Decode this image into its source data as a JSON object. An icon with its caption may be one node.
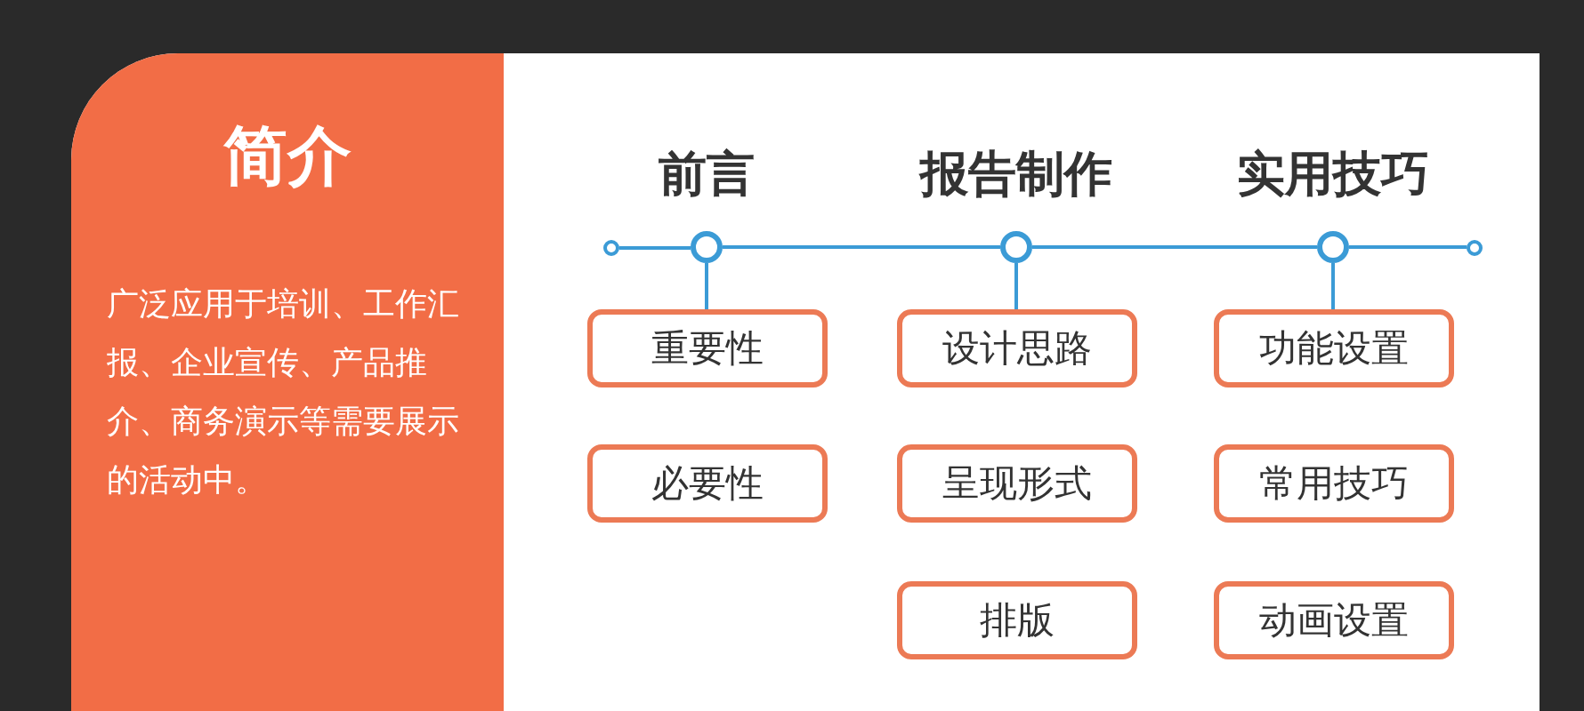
{
  "diagram": {
    "nodes": [
      {
        "text": [
          "简介",
          "广泛应用于培训、工作汇报、企业宣传、产品推介、商务演示等需要展示的活动中。"
        ]
      },
      {
        "text": [],
        "shape": "circle"
      },
      {
        "text": [],
        "shape": "circle"
      },
      {
        "text": [],
        "shape": "circle"
      },
      {
        "text": [],
        "shape": "circle"
      },
      {
        "text": [],
        "shape": "circle"
      },
      {
        "text": [
          "重要性"
        ]
      },
      {
        "text": [
          "设计思路"
        ]
      },
      {
        "text": [
          "功能设置"
        ]
      },
      {
        "text": [
          "必要性"
        ]
      },
      {
        "text": [
          "呈现形式"
        ]
      },
      {
        "text": [
          "常用技巧"
        ]
      },
      {
        "text": [
          "排版"
        ]
      },
      {
        "text": [
          "动画设置"
        ]
      }
    ],
    "edges": [
      {
        "from": 1,
        "to": 2,
        "arrow": "none"
      },
      {
        "from": 2,
        "to": 3,
        "arrow": "none"
      },
      {
        "from": 3,
        "to": 4,
        "arrow": "none"
      },
      {
        "from": 4,
        "to": 5,
        "arrow": "none"
      },
      {
        "from": 2,
        "to": 6,
        "arrow": "none"
      },
      {
        "from": 3,
        "to": 7,
        "arrow": "none"
      },
      {
        "from": 4,
        "to": 8,
        "arrow": "none"
      }
    ],
    "labels": [
      "前言",
      "报告制作",
      "实用技巧"
    ]
  }
}
